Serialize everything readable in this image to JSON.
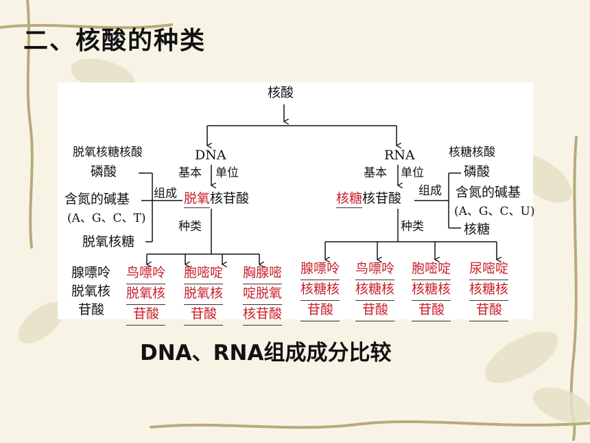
{
  "slide": {
    "title": "二、核酸的种类",
    "caption": "DNA、RNA组成成分比较"
  },
  "diagram": {
    "root": "核酸",
    "dna": {
      "label": "DNA",
      "basic_left": "基本",
      "basic_right": "单位",
      "name_prefix": "脱氧",
      "name_suffix": "核苷酸",
      "compose": "组成",
      "kinds": "种类",
      "components_title": "脱氧核糖核酸",
      "phosphate": "磷酸",
      "base": "含氮的碱基",
      "bases": "(A、G、C、T)",
      "sugar": "脱氧核糖",
      "types": [
        {
          "l1": "腺嘌呤",
          "l2": "脱氧核",
          "l3": "苷酸"
        },
        {
          "l1": "鸟嘌呤",
          "l2": "脱氧核",
          "l3": "苷酸"
        },
        {
          "l1": "胞嘧啶",
          "l2": "脱氧核",
          "l3": "苷酸"
        },
        {
          "l1": "胸腺嘧",
          "l2": "啶脱氧",
          "l3": "核苷酸"
        }
      ]
    },
    "rna": {
      "label": "RNA",
      "basic_left": "基本",
      "basic_right": "单位",
      "name_prefix": "核糖",
      "name_suffix": "核苷酸",
      "compose": "组成",
      "kinds": "种类",
      "components_title": "核糖核酸",
      "phosphate": "磷酸",
      "base": "含氮的碱基",
      "bases": "(A、G、C、U)",
      "sugar": "核糖",
      "types": [
        {
          "l1": "腺嘌呤",
          "l2": "核糖核",
          "l3": "苷酸"
        },
        {
          "l1": "鸟嘌呤",
          "l2": "核糖核",
          "l3": "苷酸"
        },
        {
          "l1": "胞嘧啶",
          "l2": "核糖核",
          "l3": "苷酸"
        },
        {
          "l1": "尿嘧啶",
          "l2": "核糖核",
          "l3": "苷酸"
        }
      ]
    }
  },
  "colors": {
    "highlight": "#c8202a",
    "background": "#f7f4e6",
    "vine": "#b9a97a"
  }
}
